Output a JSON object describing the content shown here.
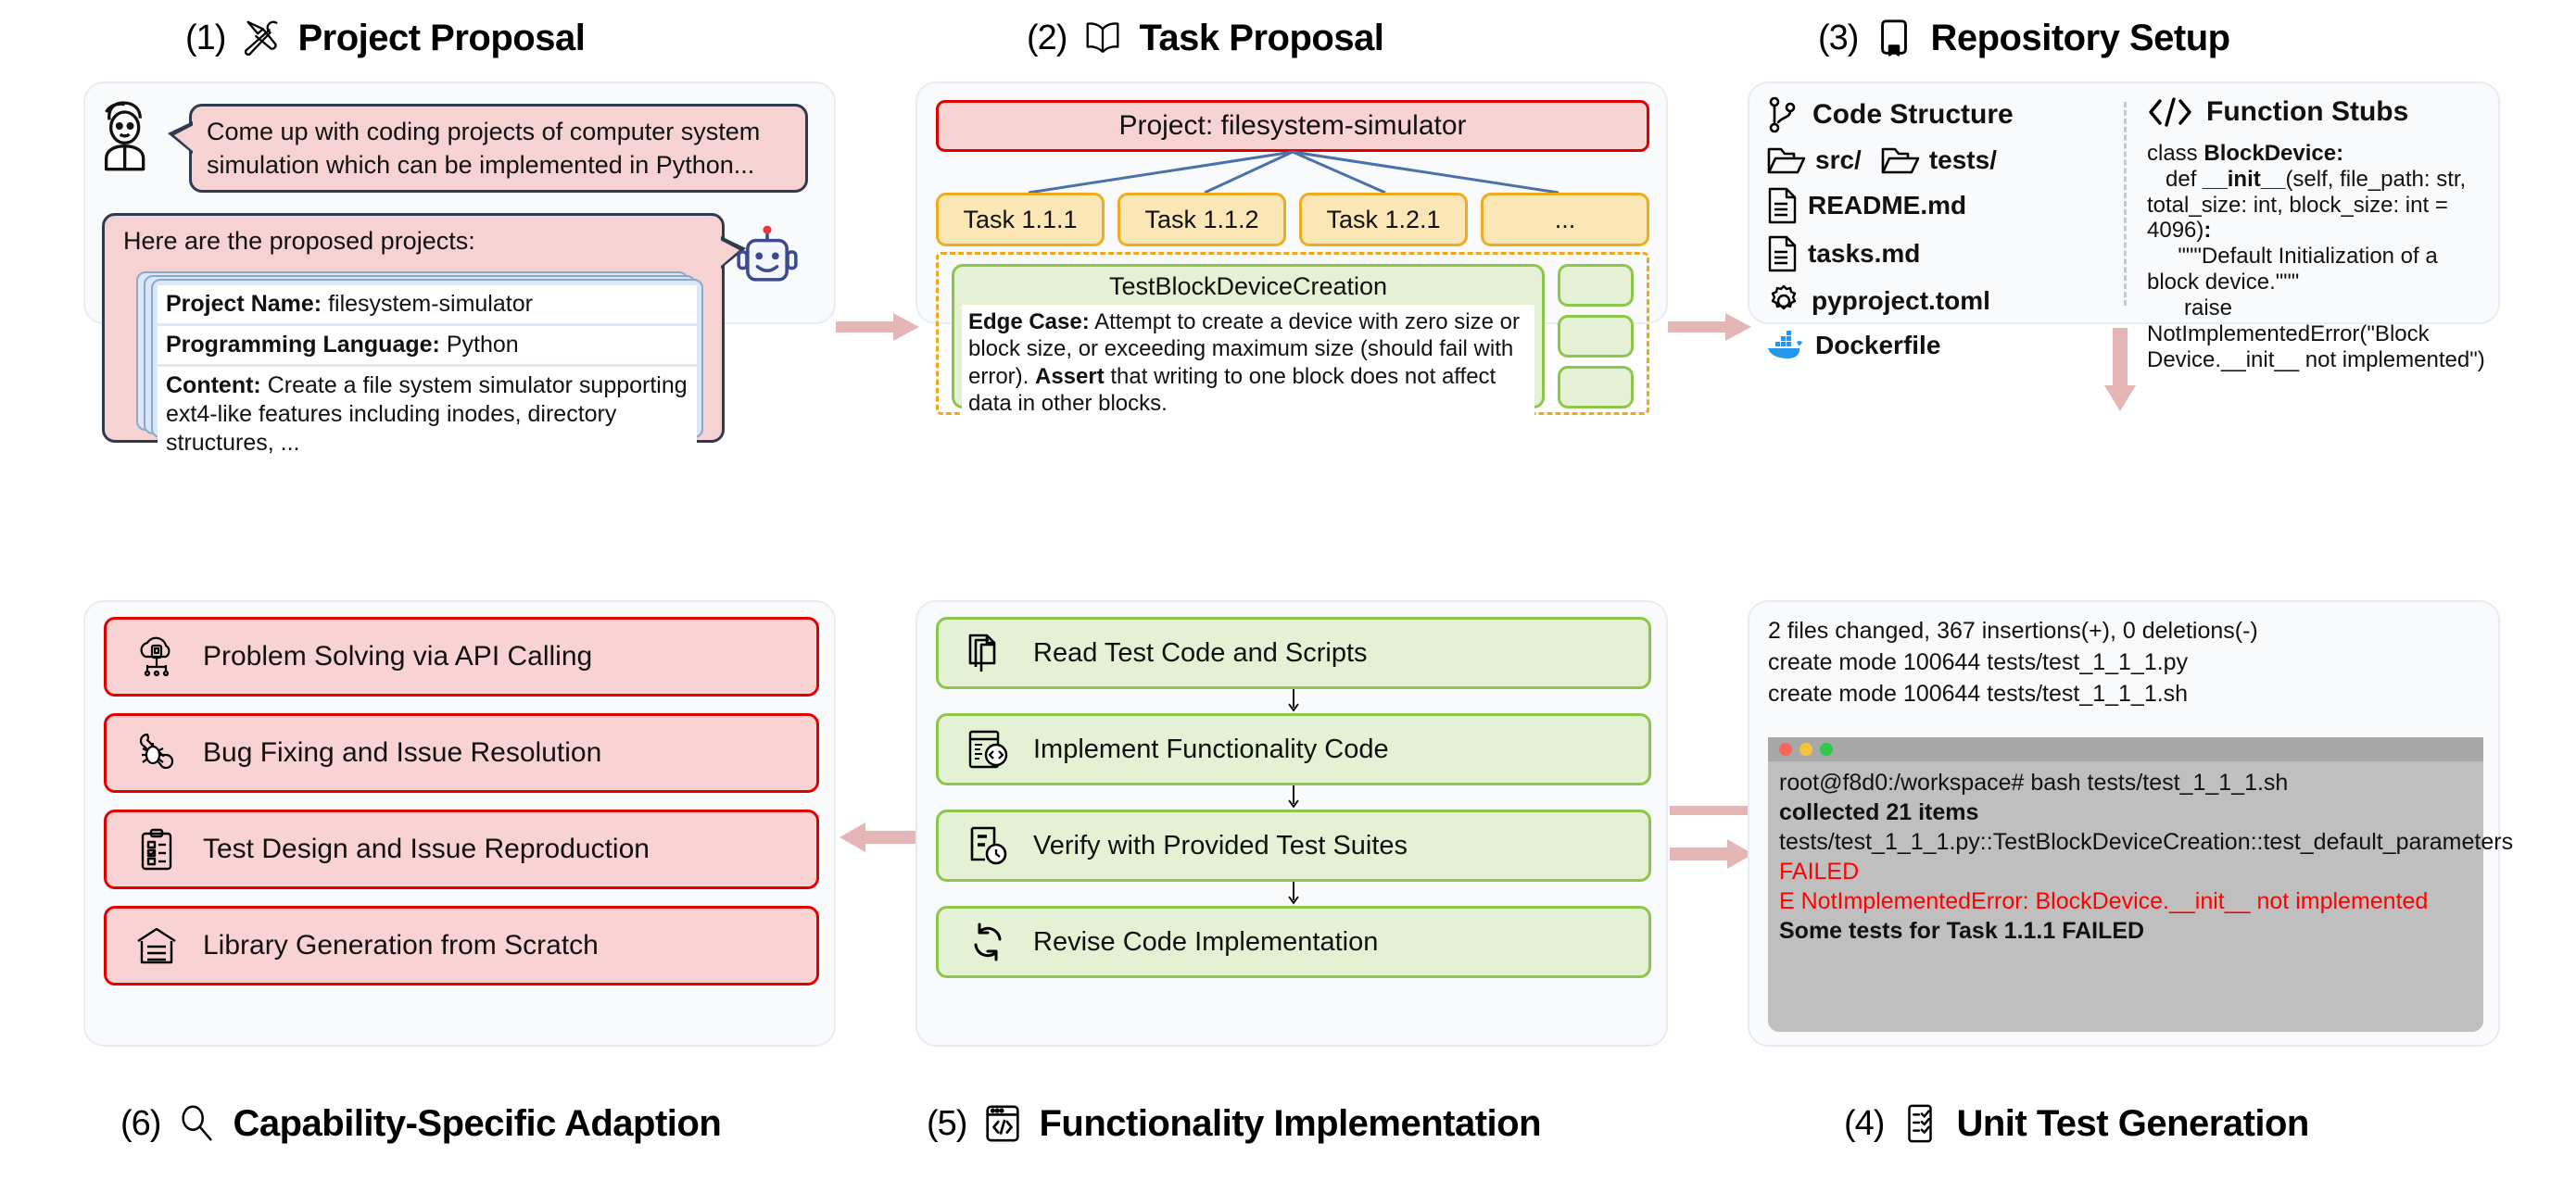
{
  "sections": {
    "s1": {
      "num": "(1)",
      "label": "Project Proposal",
      "icon": "tools-icon"
    },
    "s2": {
      "num": "(2)",
      "label": "Task Proposal",
      "icon": "open-book-icon"
    },
    "s3": {
      "num": "(3)",
      "label": "Repository Setup",
      "icon": "bookmark-icon"
    },
    "s4": {
      "num": "(4)",
      "label": "Unit Test Generation",
      "icon": "checklist-icon"
    },
    "s5": {
      "num": "(5)",
      "label": "Functionality Implementation",
      "icon": "code-window-icon"
    },
    "s6": {
      "num": "(6)",
      "label": "Capability-Specific Adaption",
      "icon": "magnifier-icon"
    }
  },
  "panel1": {
    "user_icon": "user-avatar-icon",
    "bot_icon": "robot-avatar-icon",
    "user_message": "Come up with coding projects of computer system simulation which can be implemented in Python...",
    "bot_intro": "Here are the proposed projects:",
    "card_rows": [
      {
        "label": "Project Name:",
        "value": " filesystem-simulator"
      },
      {
        "label": "Programming Language:",
        "value": " Python"
      },
      {
        "label": "Content:",
        "value": " Create a file system simulator supporting ext4-like features including inodes, directory structures, ..."
      }
    ]
  },
  "panel2": {
    "project_bar": "Project: filesystem-simulator",
    "tasks": [
      "Task 1.1.1",
      "Task 1.1.2",
      "Task 1.2.1",
      "..."
    ],
    "test_class": "TestBlockDeviceCreation",
    "test_body": [
      {
        "label": "Edge Case:",
        "text": " Attempt to create a device with zero size or block size, or exceeding maximum size (should fail with error). "
      },
      {
        "label": "Assert",
        "text": " that writing to one block does not affect data in other blocks."
      }
    ],
    "ghost_count": 3
  },
  "panel3": {
    "left_head": "Code Structure",
    "left_head_icon": "git-branch-icon",
    "right_head": "Function Stubs",
    "right_head_icon": "code-brackets-icon",
    "files": [
      {
        "name": "src/",
        "icon": "folder-icon"
      },
      {
        "name": "tests/",
        "icon": "folder-icon"
      },
      {
        "name": "README.md",
        "icon": "file-doc-icon"
      },
      {
        "name": "tasks.md",
        "icon": "file-doc-icon"
      },
      {
        "name": "pyproject.toml",
        "icon": "gear-icon"
      },
      {
        "name": "Dockerfile",
        "icon": "docker-icon"
      }
    ],
    "stub_code": [
      {
        "t": "class ",
        "b": false
      },
      {
        "t": "BlockDevice:",
        "b": true
      },
      {
        "t": "\n    def ",
        "b": false
      },
      {
        "t": "__init__",
        "b": true
      },
      {
        "t": "(self, file_path: str, total_size: int, block_size: int = 4096)",
        "b": false
      },
      {
        "t": ":",
        "b": true
      },
      {
        "t": "\n        \"\"\"Default Initialization of a block device.\"\"\"\n        raise NotImplementedError(\"Block Device.__init__ not implemented\")",
        "b": false
      }
    ]
  },
  "panel4": {
    "git_output": [
      "2 files changed, 367 insertions(+), 0 deletions(-)",
      "create mode 100644 tests/test_1_1_1.py",
      "create mode 100644 tests/test_1_1_1.sh"
    ],
    "terminal": {
      "dots": [
        "#f5675b",
        "#f7c23c",
        "#2ec84a"
      ],
      "lines": [
        {
          "text": "root@f8d0:/workspace# bash tests/test_1_1_1.sh",
          "style": "normal"
        },
        {
          "text": "collected 21 items",
          "style": "bold"
        },
        {
          "text": "tests/test_1_1_1.py::TestBlockDeviceCreation::test_default_parameters ",
          "style": "normal",
          "suffix": "FAILED",
          "suffix_style": "red"
        },
        {
          "text": "E   NotImplementedError: BlockDevice.__init__ not implemented",
          "style": "red"
        },
        {
          "text": "Some tests for Task 1.1.1 FAILED",
          "style": "bold"
        }
      ]
    }
  },
  "panel5": {
    "steps": [
      {
        "label": "Read Test Code and Scripts",
        "icon": "documents-stack-icon"
      },
      {
        "label": "Implement Functionality Code",
        "icon": "code-editor-icon"
      },
      {
        "label": "Verify with Provided Test Suites",
        "icon": "test-report-clock-icon"
      },
      {
        "label": "Revise Code Implementation",
        "icon": "refresh-cycle-icon"
      }
    ]
  },
  "panel6": {
    "capabilities": [
      {
        "label": "Problem Solving via API Calling",
        "icon": "cloud-api-icon"
      },
      {
        "label": "Bug Fixing and Issue Resolution",
        "icon": "wrench-bug-icon"
      },
      {
        "label": "Test Design and Issue Reproduction",
        "icon": "clipboard-checklist-icon"
      },
      {
        "label": "Library Generation from Scratch",
        "icon": "library-building-icon"
      }
    ]
  },
  "colors": {
    "arrow": "#e5b6b6",
    "panel_bg": "#f9fafc",
    "red_border": "#e00000",
    "green_border": "#8cc64b",
    "yellow_border": "#eeac1e",
    "pink_fill": "#f7d3d3",
    "green_fill": "#e4f1d4",
    "yellow_fill": "#fae7b5",
    "blue_card": "#dce8f7"
  }
}
